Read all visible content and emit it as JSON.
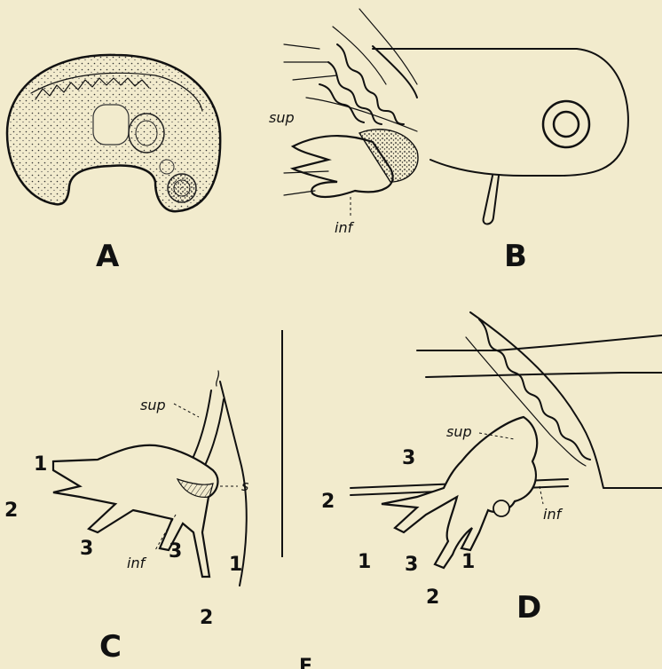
{
  "figure": {
    "panels": [
      {
        "id": "A",
        "label": "A"
      },
      {
        "id": "B",
        "label": "B",
        "annotations": [
          "sup",
          "inf"
        ]
      },
      {
        "id": "C",
        "label": "C",
        "annotations": [
          "sup",
          "s",
          "inf"
        ],
        "numbers": [
          "1",
          "2",
          "3",
          "3",
          "1",
          "2"
        ]
      },
      {
        "id": "D",
        "label": "D",
        "annotations": [
          "sup",
          "inf"
        ],
        "numbers": [
          "3",
          "2",
          "1",
          "3",
          "1",
          "2"
        ]
      }
    ],
    "caption_fragment": "F"
  }
}
